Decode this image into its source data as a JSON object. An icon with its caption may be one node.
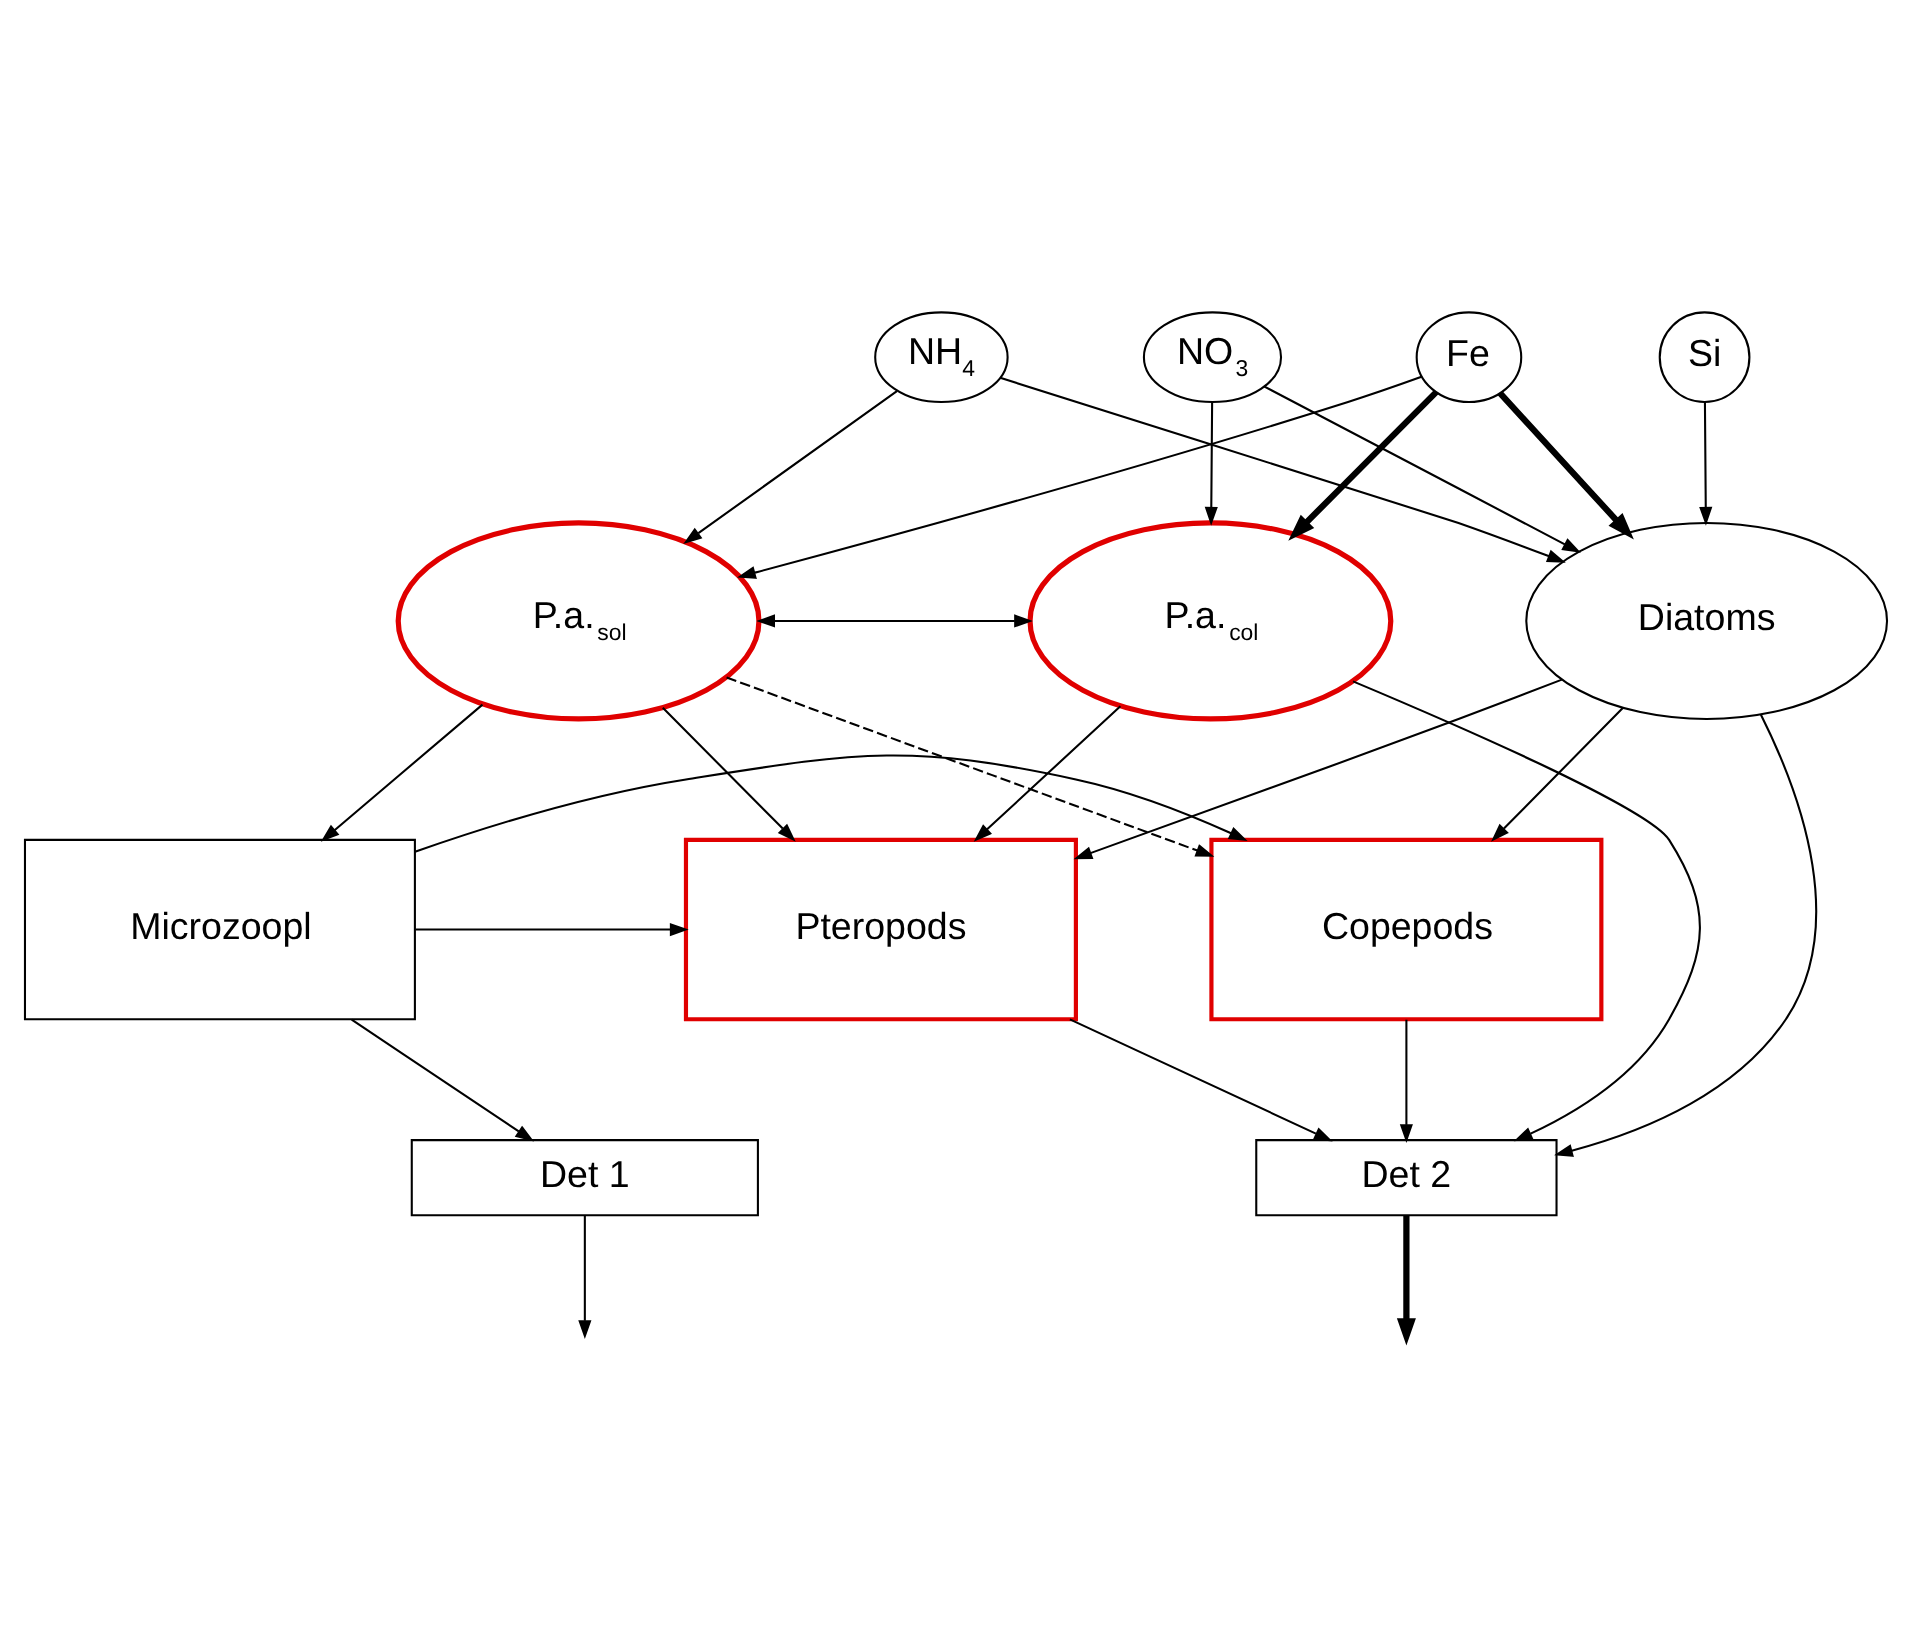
{
  "diagram": {
    "nodes": [
      {
        "text": [
          "NH$_{4}$"
        ]
      },
      {
        "text": [
          "NO$_{3}$"
        ]
      },
      {
        "text": [
          "Fe"
        ]
      },
      {
        "text": [
          "Si"
        ]
      },
      {
        "text": [
          "P.a.$_{sol}$"
        ]
      },
      {
        "text": [
          "P.a.$_{col}$"
        ]
      },
      {
        "text": [
          "Diatoms"
        ]
      },
      {
        "text": [
          "Microzoopl"
        ]
      },
      {
        "text": [
          "Pteropods"
        ]
      },
      {
        "text": [
          "Copepods"
        ]
      },
      {
        "text": [
          "Det 1"
        ]
      },
      {
        "text": [
          "Det 2"
        ]
      }
    ],
    "edges": [
      {
        "from": 0,
        "to": 4,
        "arrow": "to"
      },
      {
        "from": 0,
        "to": 6,
        "arrow": "to"
      },
      {
        "from": 1,
        "to": 5,
        "arrow": "to"
      },
      {
        "from": 1,
        "to": 6,
        "arrow": "to"
      },
      {
        "from": 2,
        "to": 4,
        "arrow": "to"
      },
      {
        "from": 2,
        "to": 5,
        "arrow": "to",
        "style": "thick"
      },
      {
        "from": 2,
        "to": 6,
        "arrow": "to",
        "style": "thick"
      },
      {
        "from": 3,
        "to": 6,
        "arrow": "to"
      },
      {
        "from": 4,
        "to": 5,
        "arrow": "both"
      },
      {
        "from": 4,
        "to": 7,
        "arrow": "to"
      },
      {
        "from": 4,
        "to": 8,
        "arrow": "to"
      },
      {
        "from": 4,
        "to": 9,
        "arrow": "to",
        "style": "dashed"
      },
      {
        "from": 5,
        "to": 8,
        "arrow": "to"
      },
      {
        "from": 5,
        "to": 11,
        "arrow": "to"
      },
      {
        "from": 6,
        "to": 8,
        "arrow": "to"
      },
      {
        "from": 6,
        "to": 9,
        "arrow": "to"
      },
      {
        "from": 6,
        "to": 11,
        "arrow": "to"
      },
      {
        "from": 7,
        "to": 8,
        "arrow": "to"
      },
      {
        "from": 7,
        "to": 9,
        "arrow": "to"
      },
      {
        "from": 7,
        "to": 10,
        "arrow": "to"
      },
      {
        "from": 8,
        "to": 11,
        "arrow": "to"
      },
      {
        "from": 9,
        "to": 11,
        "arrow": "to"
      },
      {
        "from": 10,
        "to": null,
        "arrow": "to"
      },
      {
        "from": 11,
        "to": null,
        "arrow": "to",
        "style": "thick"
      }
    ]
  }
}
